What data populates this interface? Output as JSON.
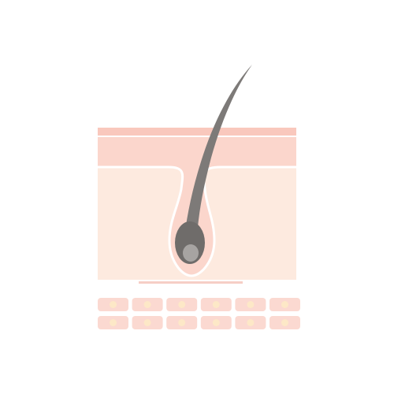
{
  "diagram": {
    "subject": "hair-follicle-skin-cross-section",
    "colors": {
      "background": "#ffffff",
      "epidermis_top_band": "#f9c8bd",
      "epidermis_layer": "#fbd9d1",
      "dermis": "#fdeadf",
      "boundary_line": "#ffffff",
      "follicle_sheath": "#fbd6cc",
      "follicle_outline": "#ffffff",
      "hair_shaft": "#7d7a78",
      "hair_bulb_outer": "#6f6c6a",
      "hair_bulb_inner": "#a7a4a2",
      "bottom_line": "#f6cec6",
      "cell_fill": "#fbd9d1",
      "cell_nucleus": "#fde8c7"
    },
    "cell_grid": {
      "rows": 2,
      "columns": 6
    }
  }
}
